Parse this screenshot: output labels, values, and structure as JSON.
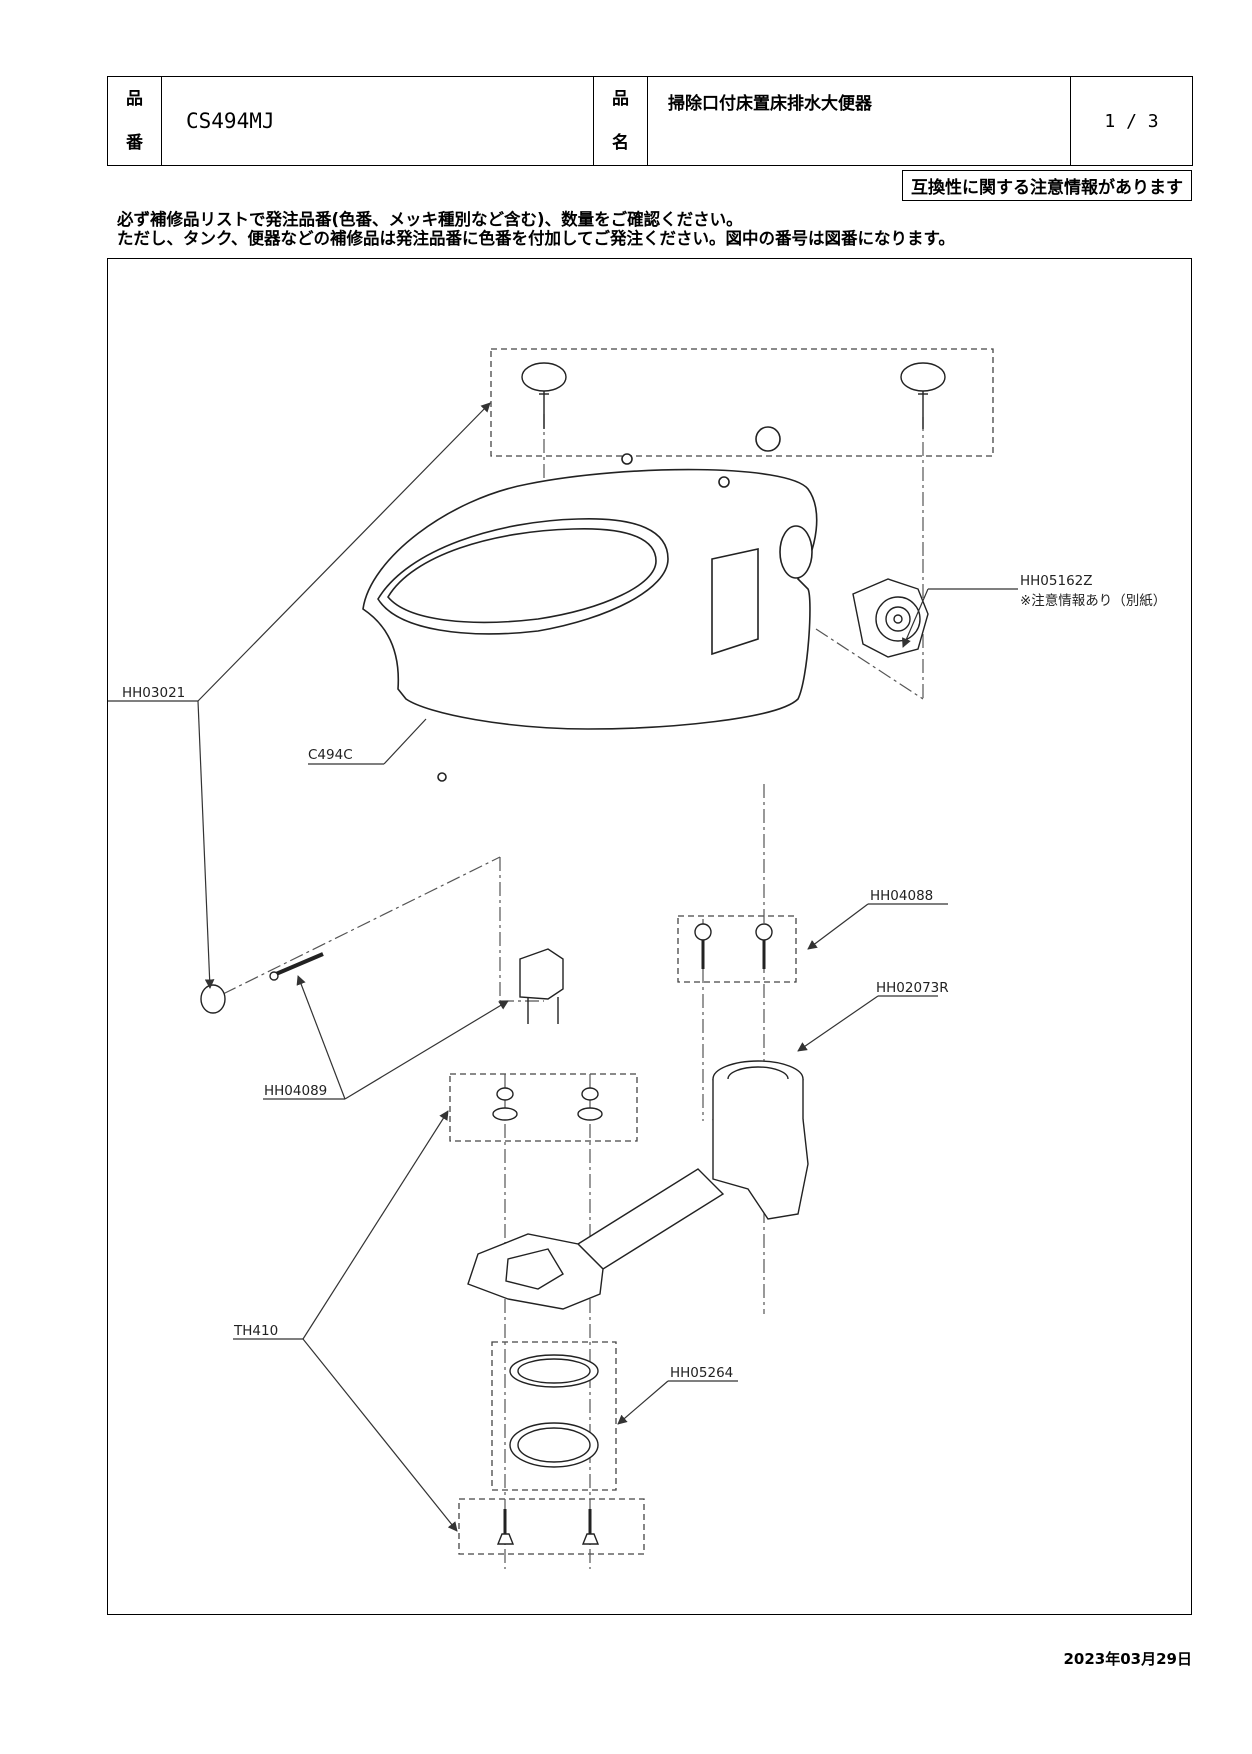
{
  "header": {
    "product_number_label_1": "品",
    "product_number_label_2": "番",
    "product_number": "CS494MJ",
    "product_name_label_1": "品",
    "product_name_label_2": "名",
    "product_name": "掃除口付床置床排水大便器",
    "page": "1 / 3"
  },
  "notice": "互換性に関する注意情報があります",
  "instructions": {
    "line1": "必ず補修品リストで発注品番(色番、メッキ種別など含む)、数量をご確認ください。",
    "line2": "ただし、タンク、便器などの補修品は発注品番に色番を付加してご発注ください。図中の番号は図番になります。"
  },
  "parts": {
    "hh03021": "HH03021",
    "c494c": "C494C",
    "hh05162z": "HH05162Z",
    "hh05162z_note": "※注意情報あり（別紙）",
    "hh04088": "HH04088",
    "hh02073r": "HH02073R",
    "hh04089": "HH04089",
    "th410": "TH410",
    "hh05264": "HH05264"
  },
  "date": "2023年03月29日"
}
